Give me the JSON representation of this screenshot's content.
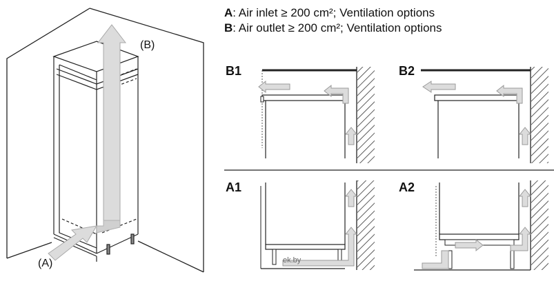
{
  "legend": {
    "a_key": "A",
    "a_text": ": Air inlet ≥ 200 cm²; Ventilation options",
    "b_key": "B",
    "b_text": ": Air outlet ≥ 200 cm²; Ventilation options"
  },
  "cabinet": {
    "label_b": "(B)",
    "label_a": "(A)"
  },
  "panels": {
    "b1": "B1",
    "b2": "B2",
    "a1": "A1",
    "a2": "A2"
  },
  "watermark": "ek.by",
  "colors": {
    "line": "#222222",
    "arrow_fill": "#d9d9d9",
    "arrow_stroke": "#9a9a9a",
    "hatch": "#333333"
  }
}
